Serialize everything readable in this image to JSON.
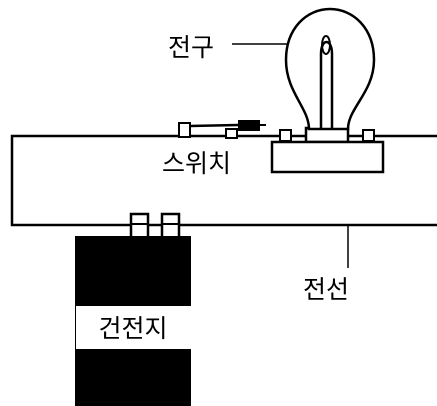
{
  "diagram": {
    "labels": {
      "bulb": "전구",
      "switch": "스위치",
      "wire": "전선",
      "battery": "건전지"
    },
    "colors": {
      "stroke": "#000000",
      "background": "#ffffff",
      "battery_fill": "#000000"
    }
  }
}
